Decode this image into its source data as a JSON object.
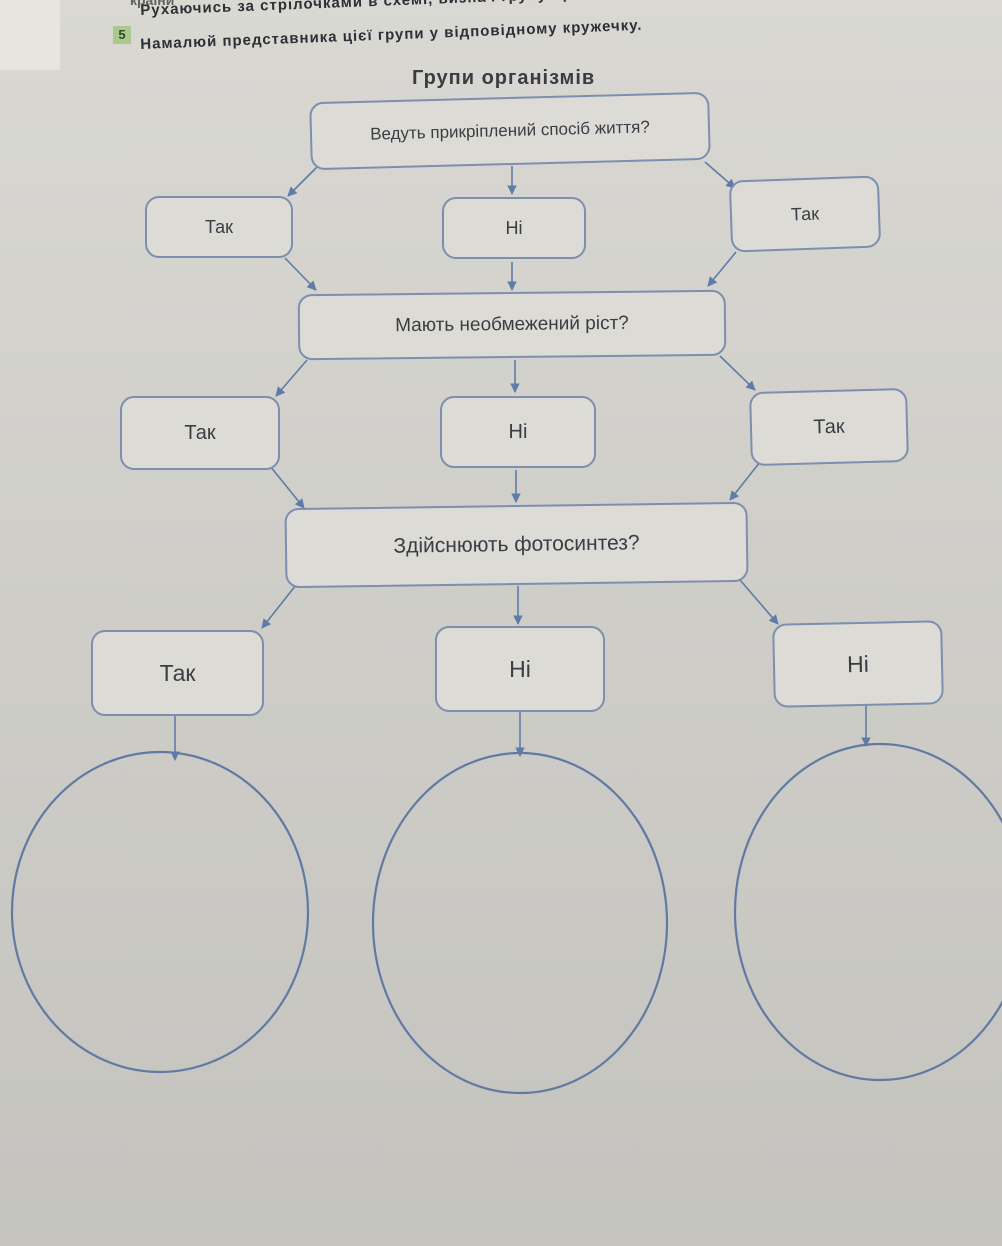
{
  "page": {
    "top_cutoff": "країни",
    "task_number": "5",
    "task_line1": "Рухаючись за стрілочками в схемі, визнач групу організмів, які на",
    "task_line2": "Намалюй представника цієї групи у відповідному кружечку.",
    "title": "Групи організмів"
  },
  "flow": {
    "q1": "Ведуть прикріплений спосіб життя?",
    "r1": {
      "left": "Так",
      "mid": "Ні",
      "right": "Так"
    },
    "q2": "Мають необмежений ріст?",
    "r2": {
      "left": "Так",
      "mid": "Ні",
      "right": "Так"
    },
    "q3": "Здійснюють фотосинтез?",
    "r3": {
      "left": "Так",
      "mid": "Ні",
      "right": "Ні"
    }
  },
  "colors": {
    "stroke": "#7d8fae",
    "arrow": "#5f7ca8"
  }
}
